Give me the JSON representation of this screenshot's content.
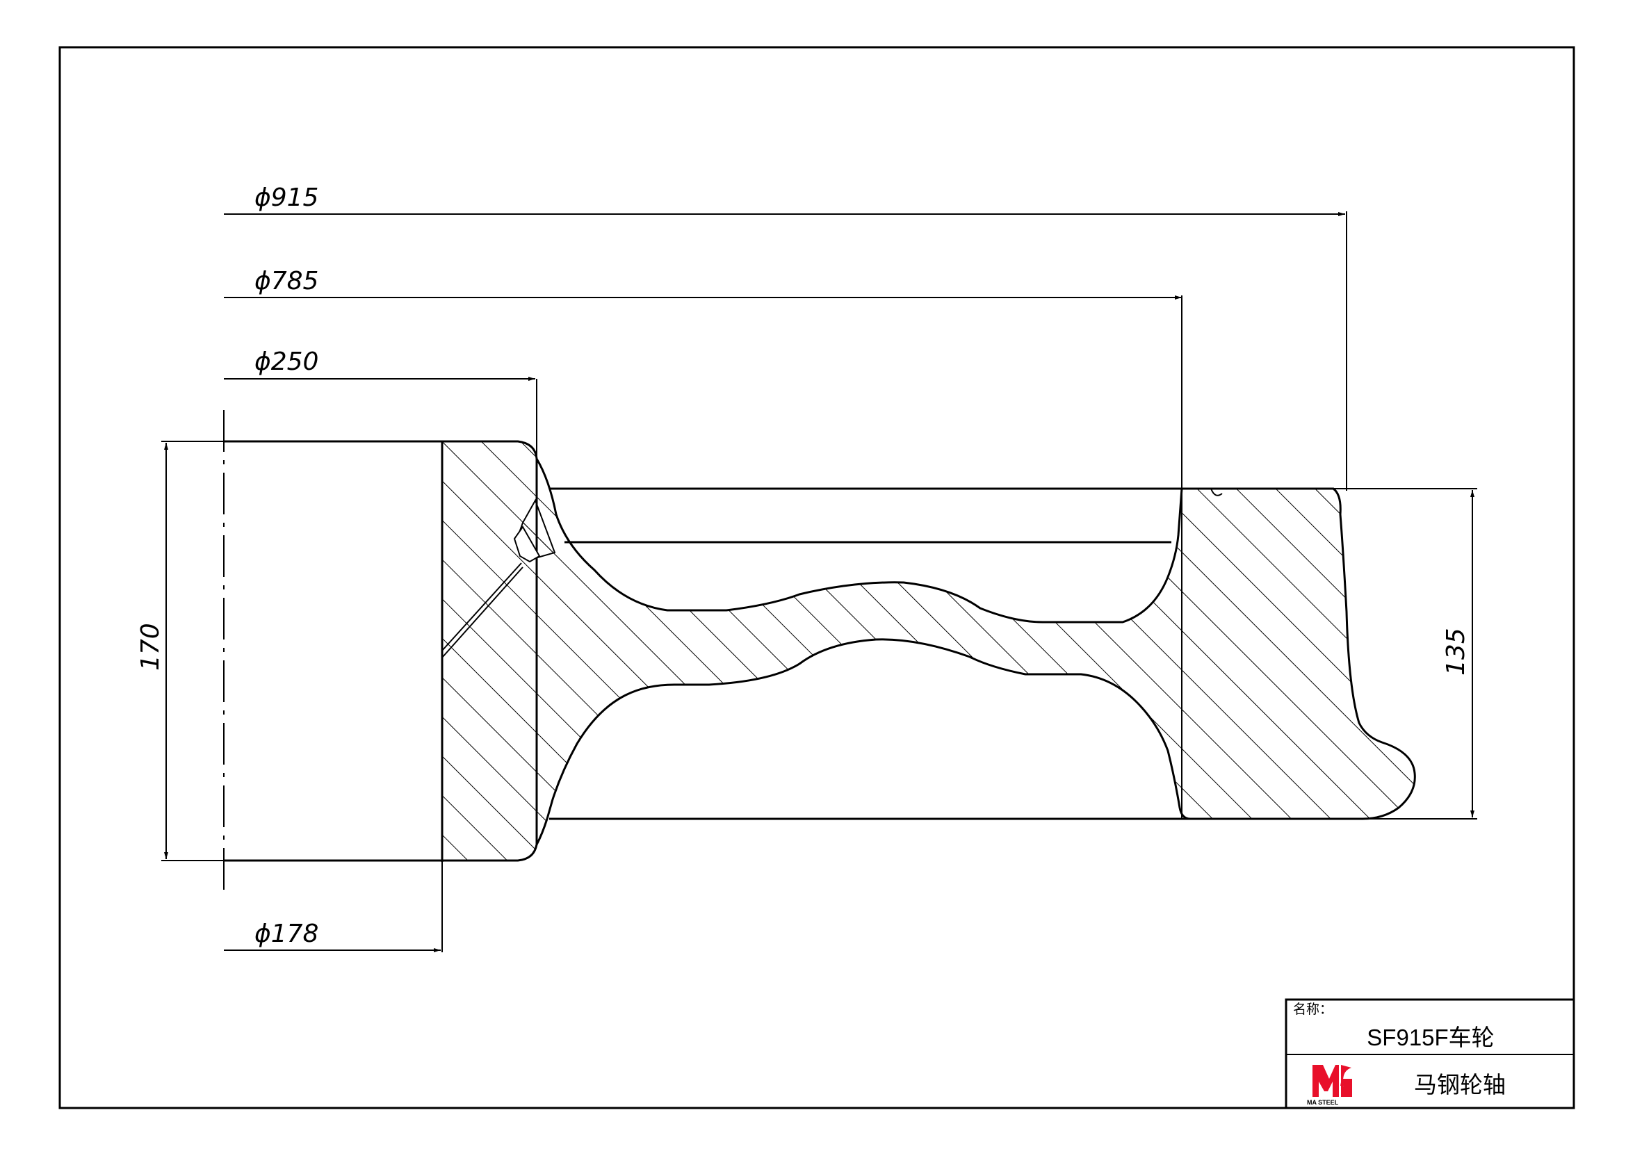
{
  "dimensions": {
    "dia_915": "ϕ915",
    "dia_785": "ϕ785",
    "dia_250": "ϕ250",
    "dia_178": "ϕ178",
    "height_170": "170",
    "height_135": "135"
  },
  "title_block": {
    "name_label": "名称：",
    "part_name": "SF915F车轮",
    "company": "马钢轮轴",
    "logo_text": "MA STEEL"
  },
  "colors": {
    "line": "#000000",
    "logo": "#e8102a"
  }
}
